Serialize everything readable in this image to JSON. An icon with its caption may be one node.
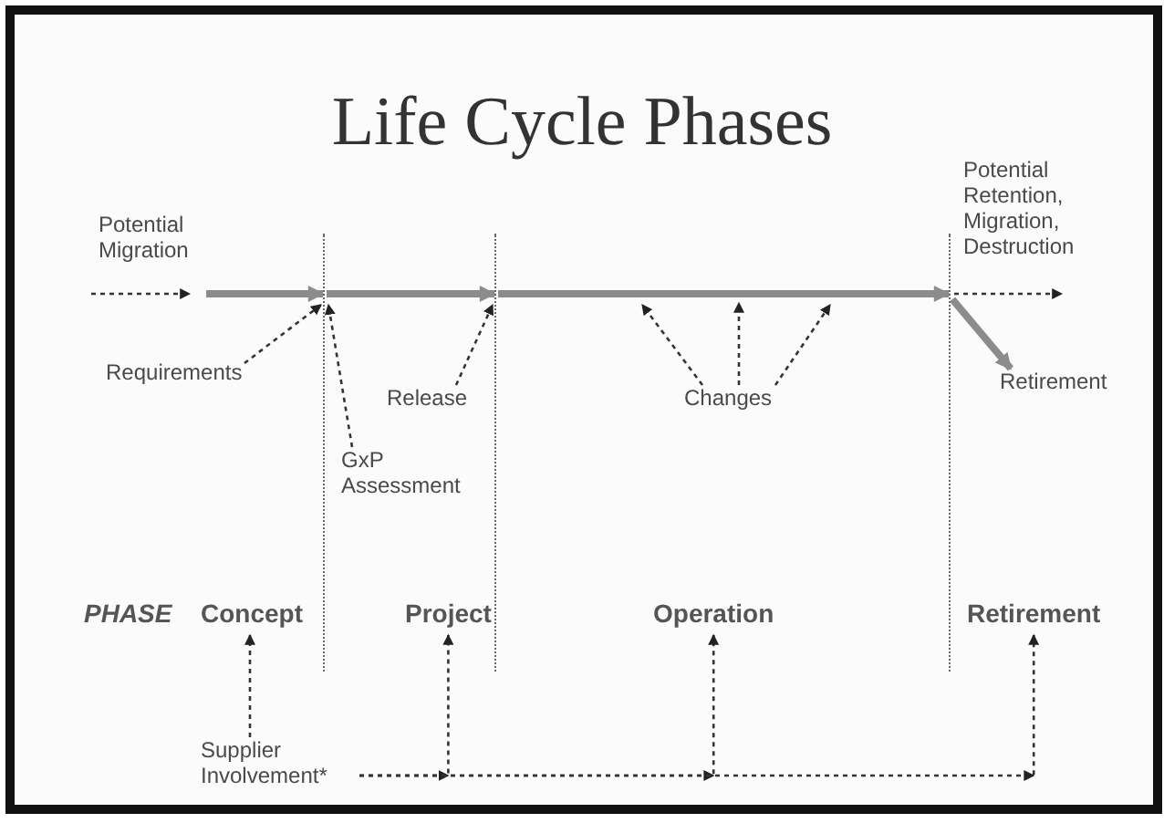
{
  "diagram": {
    "title": "Life Cycle Phases",
    "nodes": [
      {
        "text": [
          "Potential Migration"
        ]
      },
      {
        "text": [
          "Requirements"
        ]
      },
      {
        "text": [
          "GxP Assessment"
        ]
      },
      {
        "text": [
          "Release"
        ]
      },
      {
        "text": [
          "Changes"
        ]
      },
      {
        "text": [
          "Retirement"
        ]
      },
      {
        "text": [
          "Concept"
        ]
      },
      {
        "text": [
          "Project"
        ]
      },
      {
        "text": [
          "Operation"
        ]
      },
      {
        "text": [
          "Retirement"
        ]
      },
      {
        "text": [
          "Supplier Involvement*"
        ]
      },
      {
        "text": [],
        "shape": "line"
      },
      {
        "text": [],
        "shape": "line"
      },
      {
        "text": [],
        "shape": "line"
      }
    ],
    "edges": [
      {
        "from": null,
        "to": 0,
        "arrow": "to",
        "style": "dashed"
      },
      {
        "from": 0,
        "to": 11,
        "arrow": "to",
        "style": "thick",
        "color": "#8c8c8c"
      },
      {
        "from": 11,
        "to": 12,
        "arrow": "to",
        "style": "thick",
        "color": "#8c8c8c"
      },
      {
        "from": 12,
        "to": 13,
        "arrow": "to",
        "style": "thick",
        "color": "#8c8c8c"
      },
      {
        "from": 13,
        "to": 5,
        "arrow": "to",
        "style": "thick",
        "color": "#8c8c8c"
      },
      {
        "from": 13,
        "to": null,
        "arrow": "to",
        "style": "dashed"
      },
      {
        "from": 1,
        "to": 11,
        "arrow": "to",
        "style": "dashed"
      },
      {
        "from": 2,
        "to": 11,
        "arrow": "to",
        "style": "dashed"
      },
      {
        "from": 3,
        "to": 12,
        "arrow": "to",
        "style": "dashed"
      },
      {
        "from": 4,
        "to": null,
        "arrow": "to",
        "style": "dashed"
      },
      {
        "from": 4,
        "to": null,
        "arrow": "to",
        "style": "dashed"
      },
      {
        "from": 4,
        "to": null,
        "arrow": "to",
        "style": "dashed"
      },
      {
        "from": 10,
        "to": 6,
        "arrow": "to",
        "style": "dashed"
      },
      {
        "from": 10,
        "to": 7,
        "arrow": "to",
        "style": "dashed"
      },
      {
        "from": 10,
        "to": 8,
        "arrow": "to",
        "style": "dashed"
      },
      {
        "from": 10,
        "to": 9,
        "arrow": "to",
        "style": "dashed"
      }
    ],
    "labels": [
      "Potential Retention, Migration, Destruction",
      "PHASE"
    ]
  }
}
